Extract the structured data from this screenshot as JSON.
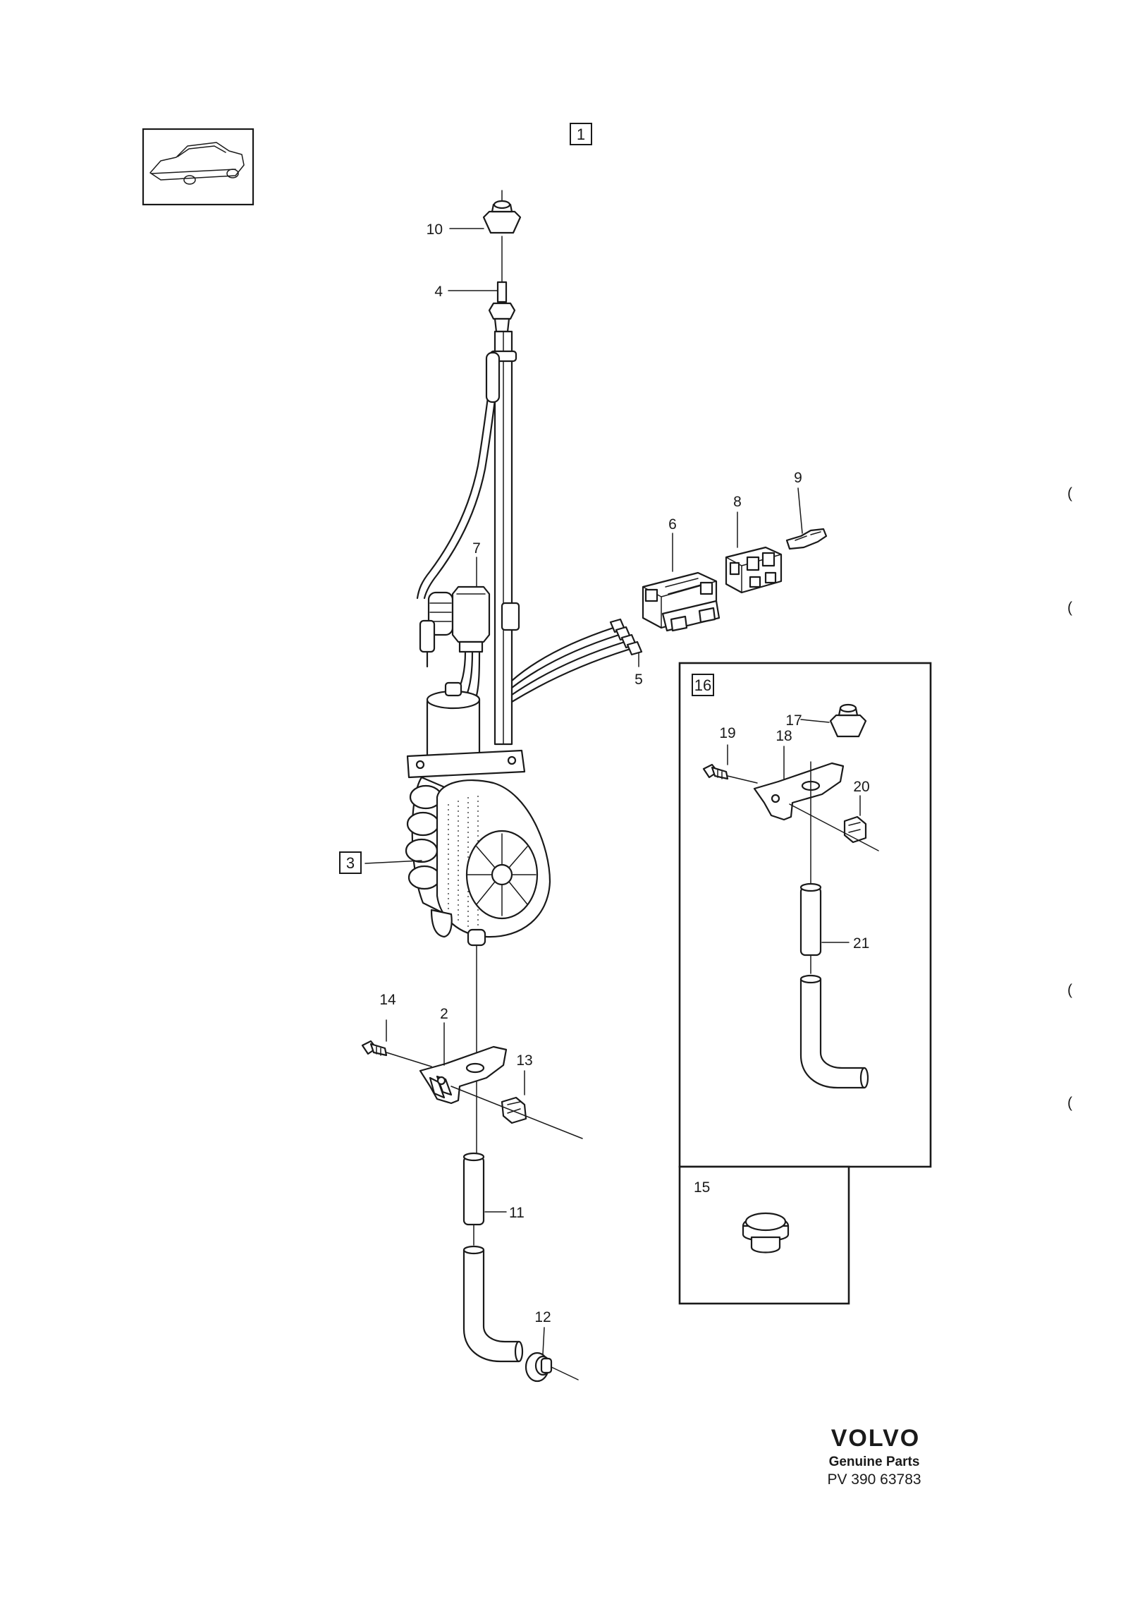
{
  "parts": {
    "main_group": "1",
    "p2": "2",
    "p3": "3",
    "p4": "4",
    "p5": "5",
    "p6": "6",
    "p7": "7",
    "p8": "8",
    "p9": "9",
    "p10": "10",
    "p11": "11",
    "p12": "12",
    "p13": "13",
    "p14": "14",
    "p15": "15",
    "p16": "16",
    "p17": "17",
    "p18": "18",
    "p19": "19",
    "p20": "20",
    "p21": "21"
  },
  "margin_marks": [
    "(",
    "(",
    "(",
    "("
  ],
  "footer": {
    "brand": "VOLVO",
    "subtitle": "Genuine Parts",
    "code": "PV 390 63783"
  },
  "icons": {
    "vehicle": "sedan-car-icon"
  }
}
